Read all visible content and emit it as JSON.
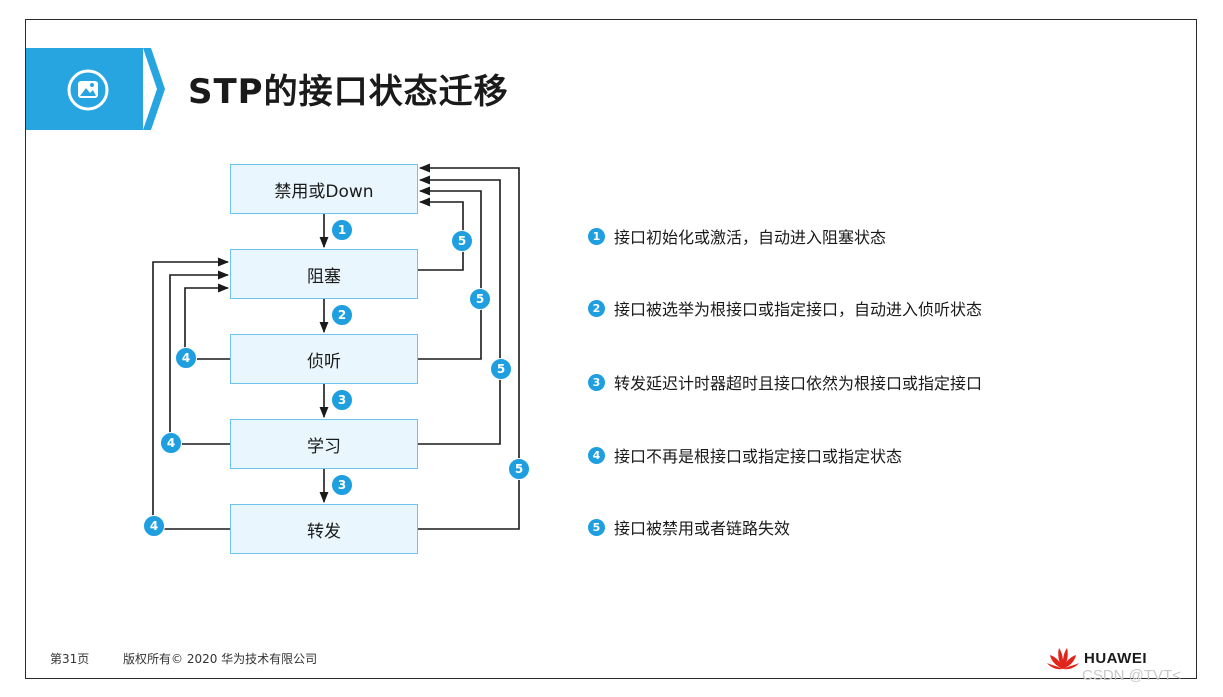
{
  "header": {
    "title": "STP的接口状态迁移",
    "icon": "image-icon",
    "accent": "#27a5e1"
  },
  "diagram": {
    "states": [
      "禁用或Down",
      "阻塞",
      "侦听",
      "学习",
      "转发"
    ],
    "badges": {
      "b1": "1",
      "b2": "2",
      "b3a": "3",
      "b3b": "3",
      "b4a": "4",
      "b4b": "4",
      "b4c": "4",
      "b5a": "5",
      "b5b": "5",
      "b5c": "5",
      "b5d": "5"
    },
    "box_fill": "#eaf6fd",
    "box_border": "#6cc4ee",
    "badge_color": "#1f9fe0"
  },
  "legend": [
    {
      "num": "1",
      "text": "接口初始化或激活，自动进入阻塞状态"
    },
    {
      "num": "2",
      "text": "接口被选举为根接口或指定接口，自动进入侦听状态"
    },
    {
      "num": "3",
      "text": "转发延迟计时器超时且接口依然为根接口或指定接口"
    },
    {
      "num": "4",
      "text": "接口不再是根接口或指定接口或指定状态"
    },
    {
      "num": "5",
      "text": "接口被禁用或者链路失效"
    }
  ],
  "footer": {
    "page": "第31页",
    "copyright": "版权所有© 2020 华为技术有限公司",
    "brand": "HUAWEI"
  },
  "watermark": "CSDN @TVT<"
}
